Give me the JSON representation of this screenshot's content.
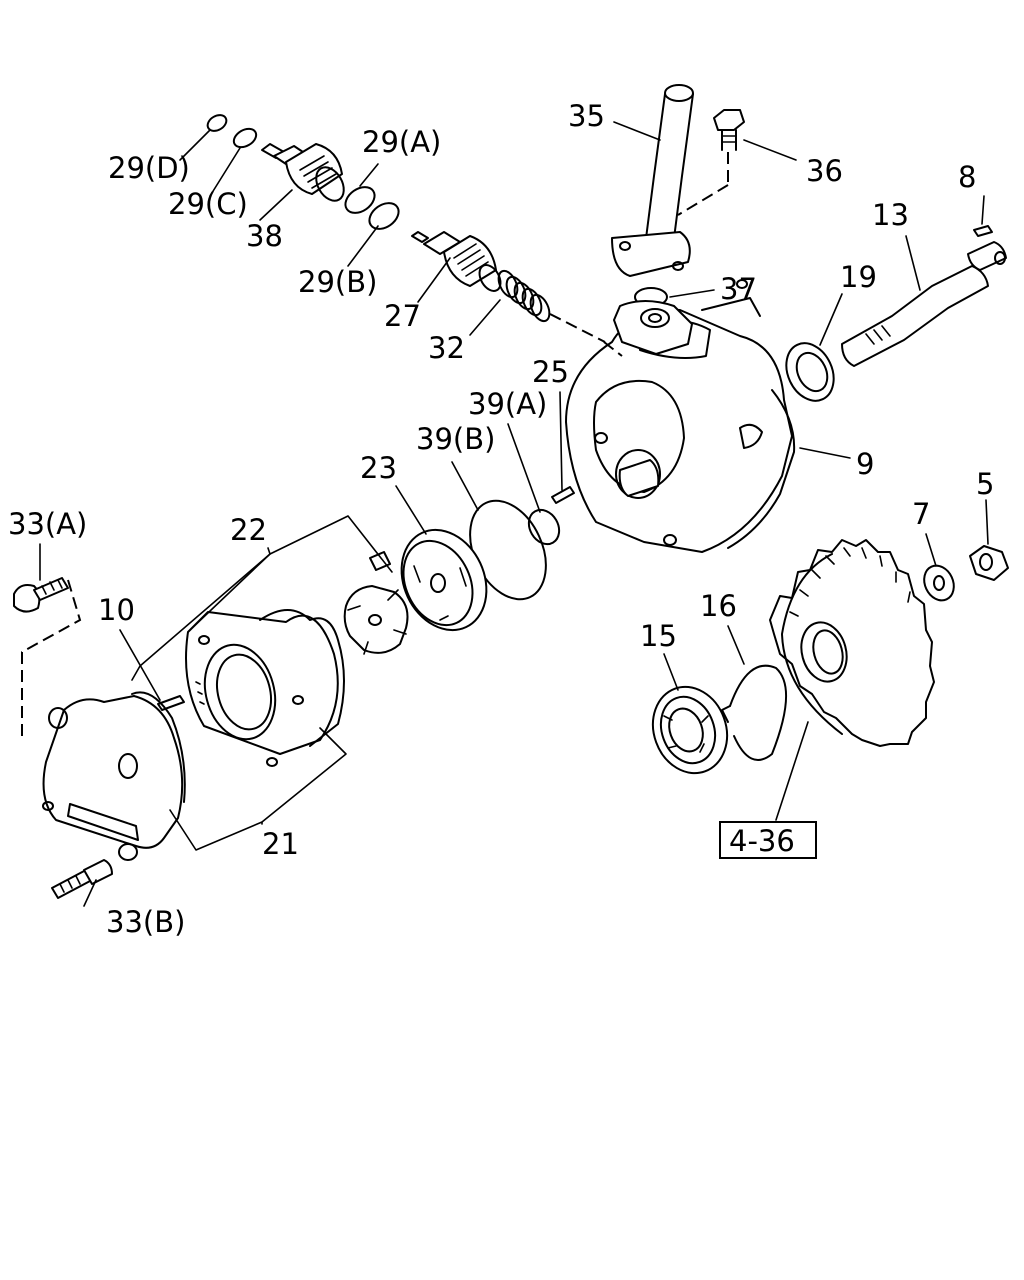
{
  "diagram": {
    "labels": {
      "l29d": "29(D)",
      "l29c": "29(C)",
      "l38": "38",
      "l29a": "29(A)",
      "l29b": "29(B)",
      "l27": "27",
      "l32": "32",
      "l35": "35",
      "l36": "36",
      "l37": "37",
      "l8": "8",
      "l13": "13",
      "l19": "19",
      "l9": "9",
      "l25": "25",
      "l39a": "39(A)",
      "l39b": "39(B)",
      "l23": "23",
      "l22": "22",
      "l33a": "33(A)",
      "l10": "10",
      "l21": "21",
      "l33b": "33(B)",
      "l7": "7",
      "l5": "5",
      "l16": "16",
      "l15": "15",
      "ref": "4-36"
    }
  }
}
